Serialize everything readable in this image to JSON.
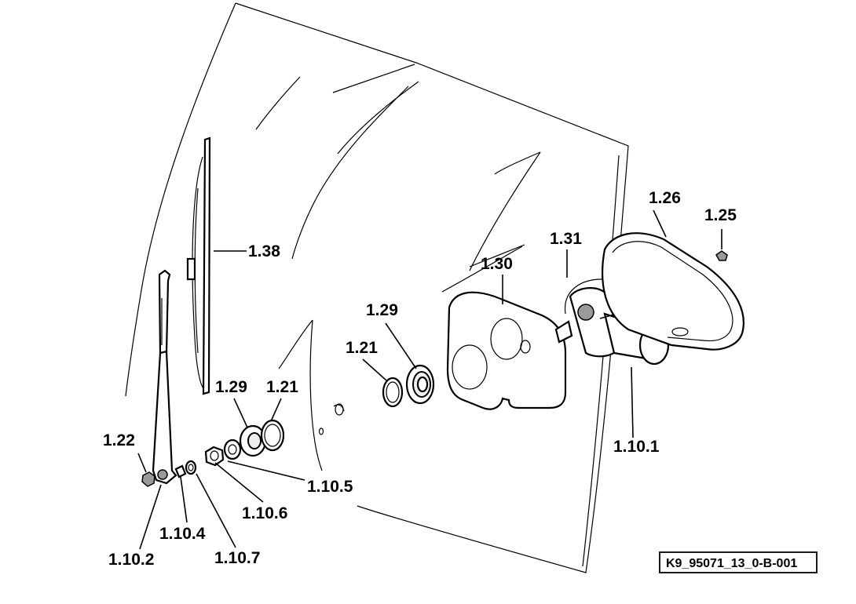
{
  "diagram": {
    "labels": {
      "l_1_26": "1.26",
      "l_1_25": "1.25",
      "l_1_31": "1.31",
      "l_1_30": "1.30",
      "l_1_38": "1.38",
      "l_1_29_top": "1.29",
      "l_1_21_top": "1.21",
      "l_1_29_low": "1.29",
      "l_1_21_low": "1.21",
      "l_1_22": "1.22",
      "l_1_10_1": "1.10.1",
      "l_1_10_5": "1.10.5",
      "l_1_10_6": "1.10.6",
      "l_1_10_4": "1.10.4",
      "l_1_10_2": "1.10.2",
      "l_1_10_7": "1.10.7"
    },
    "reference": "K9_95071_13_0-B-001"
  }
}
